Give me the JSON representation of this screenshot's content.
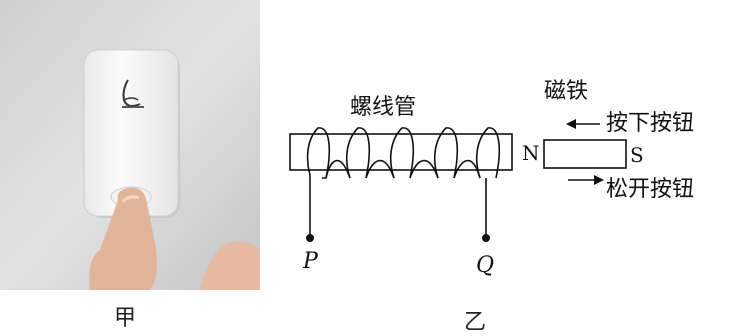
{
  "panel_left": {
    "caption": "甲"
  },
  "panel_right": {
    "caption": "乙",
    "solenoid_label": "螺线管",
    "magnet_label": "磁铁",
    "pole_n": "N",
    "pole_s": "S",
    "press_label": "按下按钮",
    "release_label": "松开按钮",
    "terminal_p": "P",
    "terminal_q": "Q"
  },
  "colors": {
    "line": "#111111",
    "wall": "#d8d8d8",
    "device": "#f7f7f7",
    "skin": "#e8b8a0"
  }
}
